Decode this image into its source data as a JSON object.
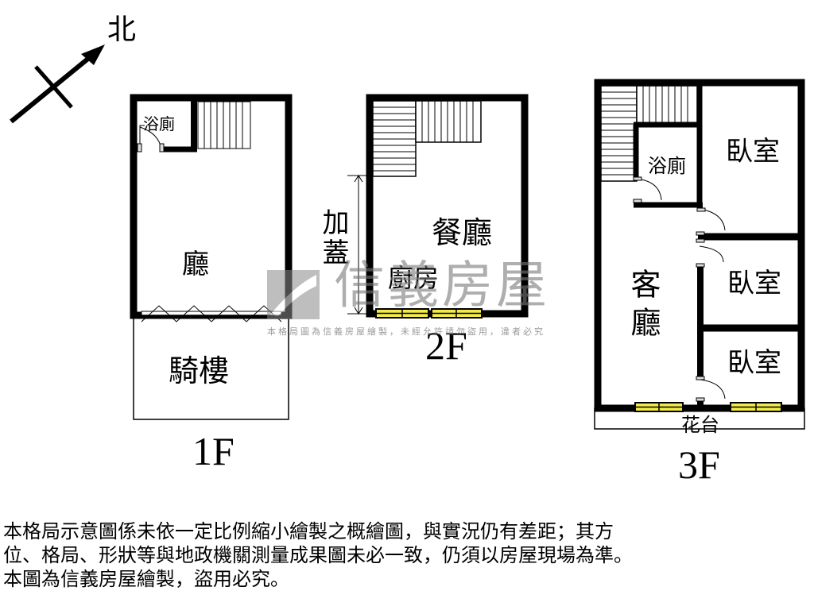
{
  "compass": {
    "label": "北",
    "icon": "north-arrow-icon"
  },
  "floors": [
    {
      "id": "1F",
      "label": "1F",
      "rooms": [
        {
          "name": "浴廁"
        },
        {
          "name": "廳"
        },
        {
          "name": "騎樓"
        }
      ]
    },
    {
      "id": "2F",
      "label": "2F",
      "rooms": [
        {
          "name": "餐廳"
        },
        {
          "name": "廚房"
        }
      ],
      "annotation": "加蓋"
    },
    {
      "id": "3F",
      "label": "3F",
      "rooms": [
        {
          "name": "浴廁"
        },
        {
          "name": "臥室"
        },
        {
          "name": "客廳"
        },
        {
          "name": "臥室"
        },
        {
          "name": "臥室"
        },
        {
          "name": "花台"
        }
      ]
    }
  ],
  "watermark": {
    "brand": "信義房屋",
    "notice": "本格局圖為信義房屋繪製，未經允許請勿盜用，違者必究"
  },
  "disclaimer": {
    "lines": [
      "本格局示意圖係未依一定比例縮小繪製之概繪圖，與實況仍有差距；其方",
      "位、格局、形狀等與地政機關測量成果圖未必一致，仍須以房屋現場為準。",
      "本圖為信義房屋繪製，盜用必究。"
    ]
  },
  "colors": {
    "wall": "#000000",
    "window": "#f2ea4a",
    "watermark": "#8a8a8a"
  }
}
